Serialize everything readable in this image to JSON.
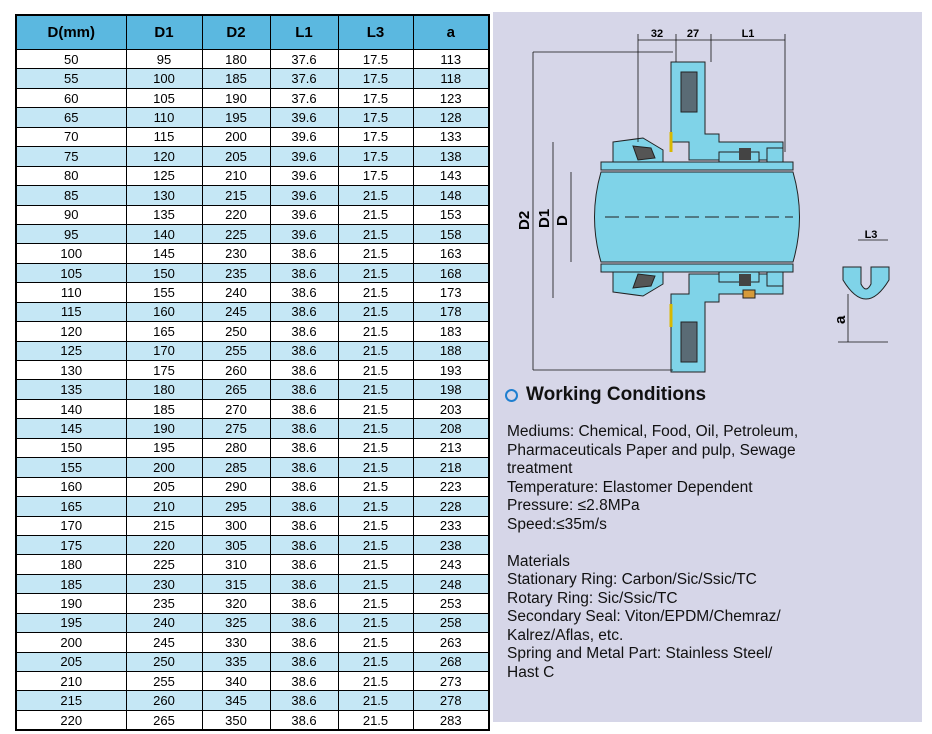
{
  "table": {
    "headers": [
      "D(mm)",
      "D1",
      "D2",
      "L1",
      "L3",
      "a"
    ],
    "rows": [
      [
        "50",
        "95",
        "180",
        "37.6",
        "17.5",
        "113"
      ],
      [
        "55",
        "100",
        "185",
        "37.6",
        "17.5",
        "118"
      ],
      [
        "60",
        "105",
        "190",
        "37.6",
        "17.5",
        "123"
      ],
      [
        "65",
        "110",
        "195",
        "39.6",
        "17.5",
        "128"
      ],
      [
        "70",
        "115",
        "200",
        "39.6",
        "17.5",
        "133"
      ],
      [
        "75",
        "120",
        "205",
        "39.6",
        "17.5",
        "138"
      ],
      [
        "80",
        "125",
        "210",
        "39.6",
        "17.5",
        "143"
      ],
      [
        "85",
        "130",
        "215",
        "39.6",
        "21.5",
        "148"
      ],
      [
        "90",
        "135",
        "220",
        "39.6",
        "21.5",
        "153"
      ],
      [
        "95",
        "140",
        "225",
        "39.6",
        "21.5",
        "158"
      ],
      [
        "100",
        "145",
        "230",
        "38.6",
        "21.5",
        "163"
      ],
      [
        "105",
        "150",
        "235",
        "38.6",
        "21.5",
        "168"
      ],
      [
        "110",
        "155",
        "240",
        "38.6",
        "21.5",
        "173"
      ],
      [
        "115",
        "160",
        "245",
        "38.6",
        "21.5",
        "178"
      ],
      [
        "120",
        "165",
        "250",
        "38.6",
        "21.5",
        "183"
      ],
      [
        "125",
        "170",
        "255",
        "38.6",
        "21.5",
        "188"
      ],
      [
        "130",
        "175",
        "260",
        "38.6",
        "21.5",
        "193"
      ],
      [
        "135",
        "180",
        "265",
        "38.6",
        "21.5",
        "198"
      ],
      [
        "140",
        "185",
        "270",
        "38.6",
        "21.5",
        "203"
      ],
      [
        "145",
        "190",
        "275",
        "38.6",
        "21.5",
        "208"
      ],
      [
        "150",
        "195",
        "280",
        "38.6",
        "21.5",
        "213"
      ],
      [
        "155",
        "200",
        "285",
        "38.6",
        "21.5",
        "218"
      ],
      [
        "160",
        "205",
        "290",
        "38.6",
        "21.5",
        "223"
      ],
      [
        "165",
        "210",
        "295",
        "38.6",
        "21.5",
        "228"
      ],
      [
        "170",
        "215",
        "300",
        "38.6",
        "21.5",
        "233"
      ],
      [
        "175",
        "220",
        "305",
        "38.6",
        "21.5",
        "238"
      ],
      [
        "180",
        "225",
        "310",
        "38.6",
        "21.5",
        "243"
      ],
      [
        "185",
        "230",
        "315",
        "38.6",
        "21.5",
        "248"
      ],
      [
        "190",
        "235",
        "320",
        "38.6",
        "21.5",
        "253"
      ],
      [
        "195",
        "240",
        "325",
        "38.6",
        "21.5",
        "258"
      ],
      [
        "200",
        "245",
        "330",
        "38.6",
        "21.5",
        "263"
      ],
      [
        "205",
        "250",
        "335",
        "38.6",
        "21.5",
        "268"
      ],
      [
        "210",
        "255",
        "340",
        "38.6",
        "21.5",
        "273"
      ],
      [
        "215",
        "260",
        "345",
        "38.6",
        "21.5",
        "278"
      ],
      [
        "220",
        "265",
        "350",
        "38.6",
        "21.5",
        "283"
      ]
    ]
  },
  "drawing": {
    "dim_32": "32",
    "dim_27": "27",
    "dim_L1": "L1",
    "dim_D2": "D2",
    "dim_D1": "D1",
    "dim_D": "D",
    "dim_L3": "L3",
    "dim_a": "a"
  },
  "working_conditions": {
    "title": "Working Conditions",
    "lines": [
      "Mediums: Chemical, Food, Oil, Petroleum,",
      "Pharmaceuticals Paper and pulp, Sewage",
      "treatment",
      "Temperature: Elastomer Dependent",
      "Pressure: ≤2.8MPa",
      "Speed:≤35m/s",
      "",
      "Materials",
      "Stationary Ring: Carbon/Sic/Ssic/TC",
      "Rotary Ring: Sic/Ssic/TC",
      "Secondary Seal: Viton/EPDM/Chemraz/",
      "Kalrez/Aflas, etc.",
      "Spring and Metal Part: Stainless Steel/",
      "Hast C"
    ]
  },
  "colors": {
    "header_blue": "#5bb8e0",
    "row_light_blue": "#c5e7f5",
    "panel_bg": "#d6d6e8",
    "part_cyan": "#7fd3e8",
    "circle_blue": "#1f7fd0"
  }
}
